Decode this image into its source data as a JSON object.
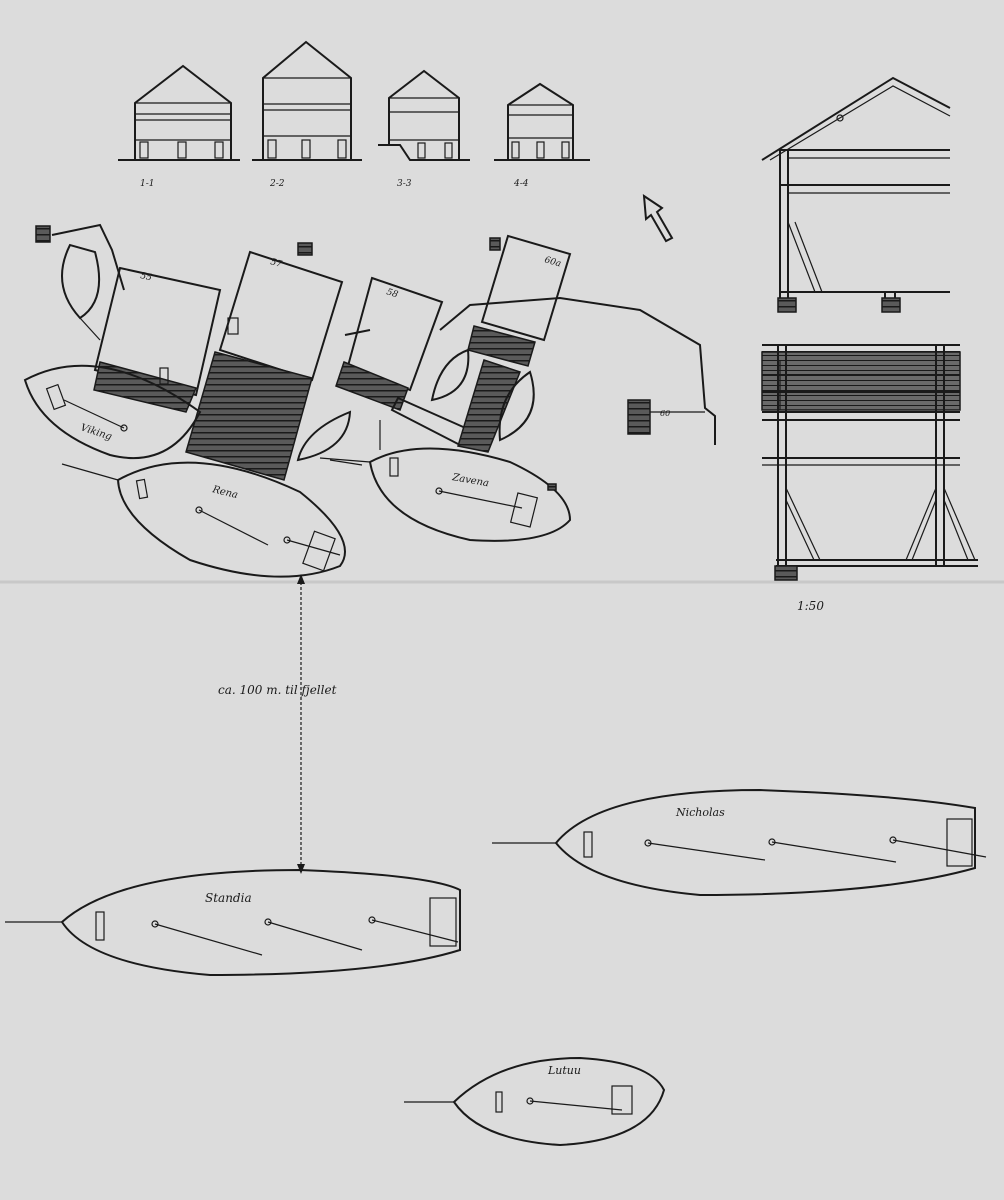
{
  "section_labels": [
    "1-1",
    "2-2",
    "3-3",
    "4-4"
  ],
  "scale_label": "1:50",
  "distance_note": "ca. 100 m. til fjellet",
  "boats": [
    {
      "id": "upper-left",
      "name": "Viking"
    },
    {
      "id": "middle",
      "name": "Rena"
    },
    {
      "id": "right",
      "name": "Zavena"
    },
    {
      "id": "left-long",
      "name": "Standia"
    },
    {
      "id": "right-long",
      "name": "Nicholas"
    },
    {
      "id": "small",
      "name": "Lutuu"
    }
  ],
  "house_labels": [
    "55",
    "57",
    "58",
    "60a"
  ]
}
